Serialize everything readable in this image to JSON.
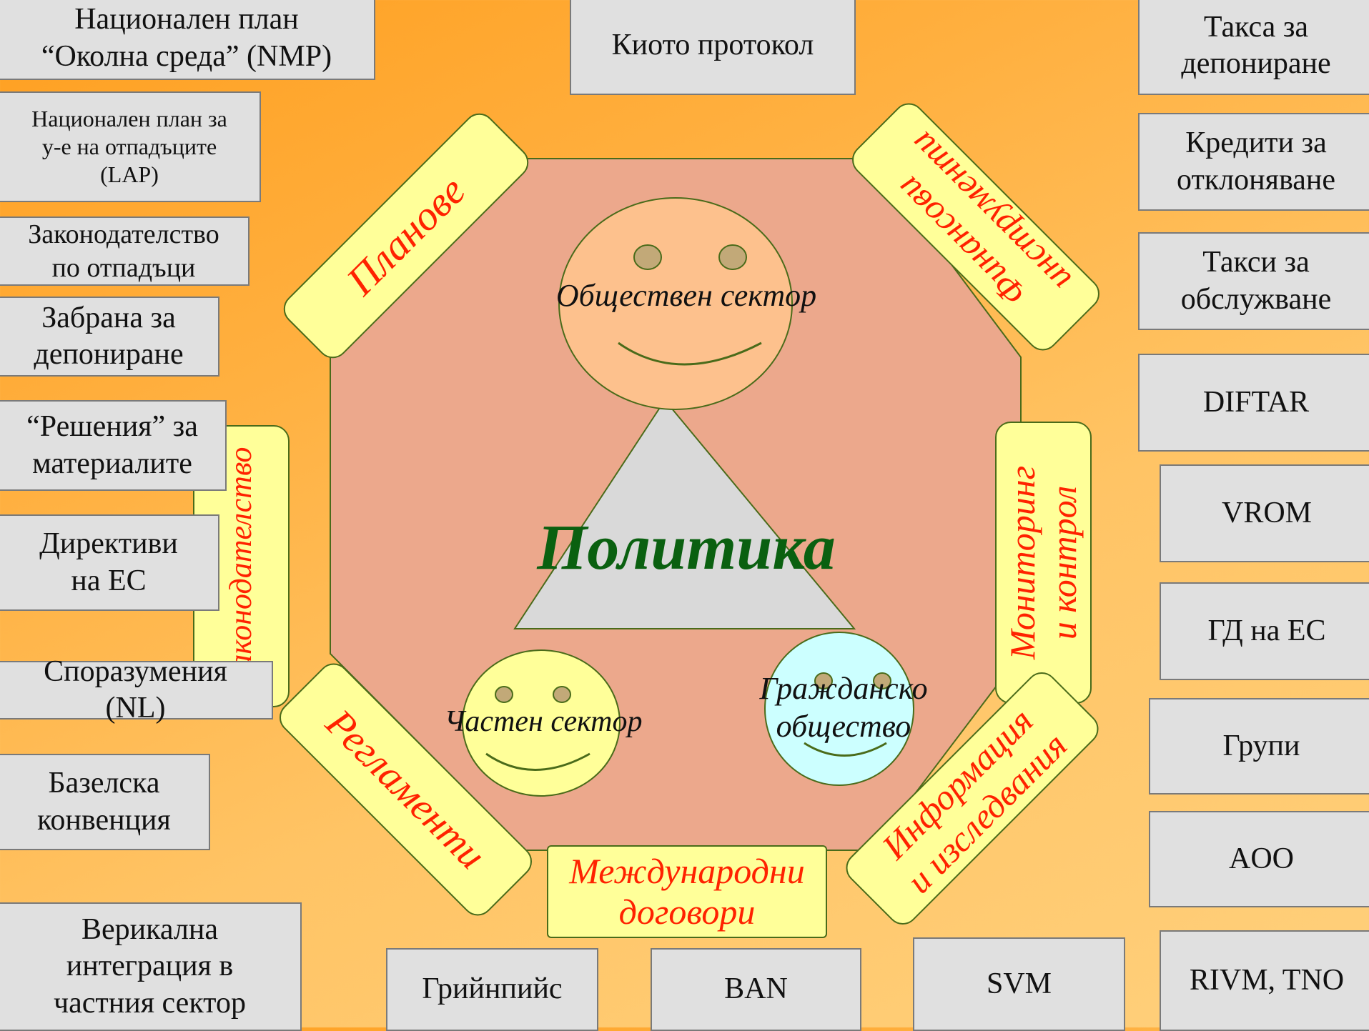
{
  "center": {
    "title": "Политика",
    "faces": {
      "public": "Обществен сектор",
      "private": "Частен сектор",
      "civil": "Гражданско\nобщество"
    }
  },
  "tags": {
    "plans": "Планове",
    "finance": "Финансови\nинструменти",
    "legislation": "Законодателство",
    "monitoring": "Мониторинг\nи контрол",
    "regulations": "Регламенти",
    "international": "Международни\nдоговори",
    "information": "Информация\nи изследвания"
  },
  "left_boxes": [
    "Национален план\n“Околна среда” (NMP)",
    "Национален план за\nу-е на отпадъците\n(LAP)",
    "Законодателство\nпо отпадъци",
    "Забрана за\nдепониране",
    "“Решения” за\nматериалите",
    "Директиви\nна ЕС",
    "Споразумения\n(NL)",
    "Базелска\nконвенция",
    "Верикална\nинтеграция в\nчастния сектор"
  ],
  "top_box": "Киото протокол",
  "right_boxes": [
    "Такса за\nдепониране",
    "Кредити за\nотклоняване",
    "Такси за\nобслужване",
    "DIFTAR",
    "VROM",
    "ГД на ЕС",
    "Групи",
    "AOO",
    "RIVM, TNO"
  ],
  "bottom_boxes": [
    "Грийнпийс",
    "BAN",
    "SVM"
  ],
  "colors": {
    "octagon": "#eca88c",
    "tag_fill": "#ffff99",
    "tag_text": "#ff2200",
    "title": "#0a6010",
    "box_fill": "#e0e0e0",
    "face_public": "#fdc18d",
    "face_private": "#ffff99",
    "face_civil": "#ccffff",
    "triangle": "#d9d9d9"
  }
}
